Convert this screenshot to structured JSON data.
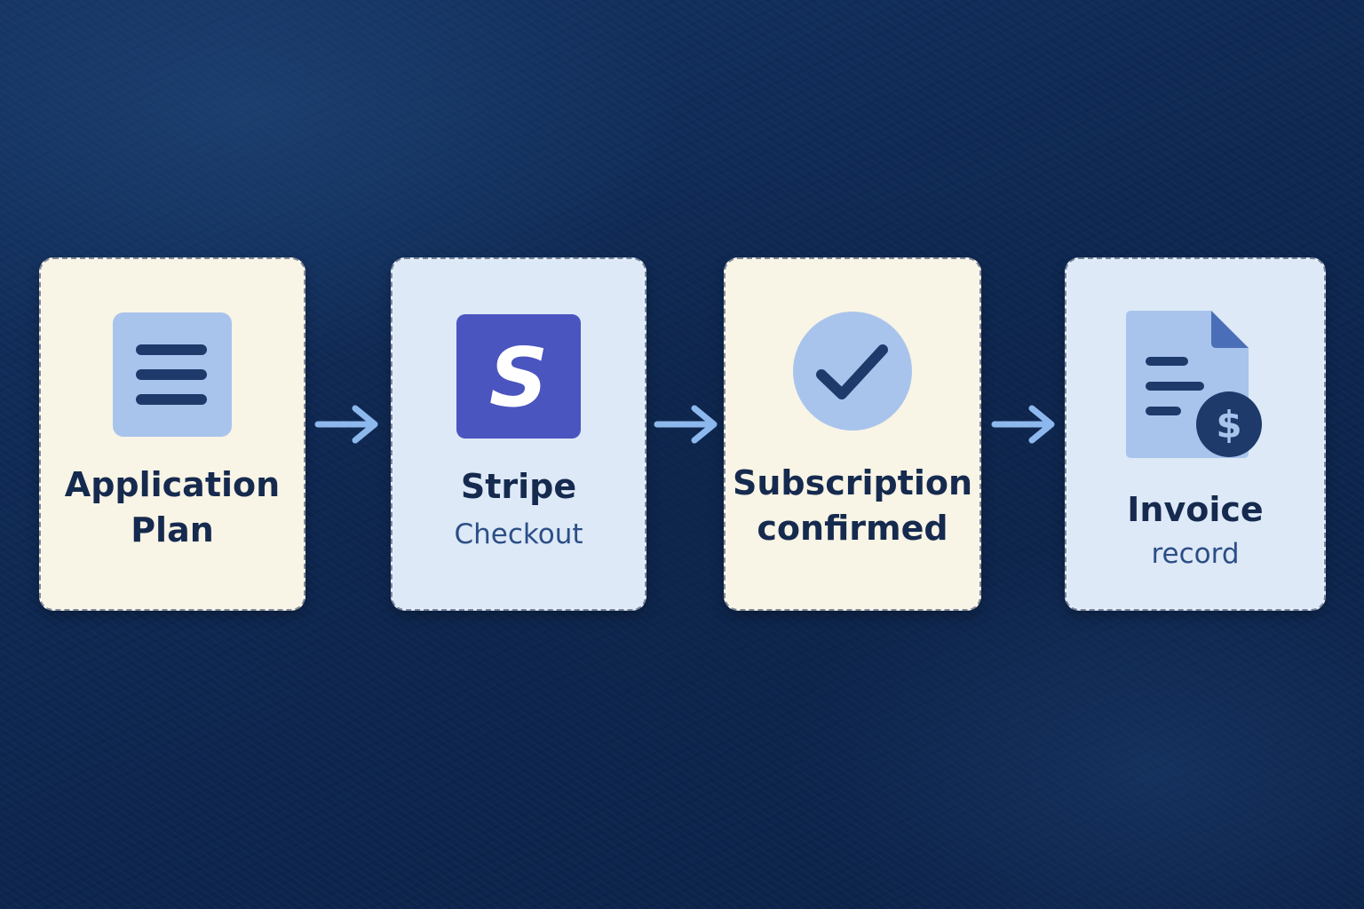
{
  "steps": [
    {
      "title_line1": "Application",
      "title_line2": "Plan",
      "icon": "document-lines-icon"
    },
    {
      "title": "Stripe",
      "subtitle": "Checkout",
      "icon": "stripe-s-icon",
      "icon_letter": "S"
    },
    {
      "title_line1": "Subscription",
      "title_line2": "confirmed",
      "icon": "checkmark-circle-icon"
    },
    {
      "title": "Invoice",
      "subtitle": "record",
      "icon": "invoice-dollar-icon"
    }
  ],
  "colors": {
    "background": "#0f2850",
    "card_cream": "#f8f4e6",
    "card_blue": "#dde9f7",
    "icon_light": "#a9c4ec",
    "icon_dark": "#1d3a6b",
    "stripe_purple": "#4a55c0",
    "arrow": "#8db8ee",
    "text_dark": "#152a4e",
    "text_sub": "#2c4e86"
  }
}
